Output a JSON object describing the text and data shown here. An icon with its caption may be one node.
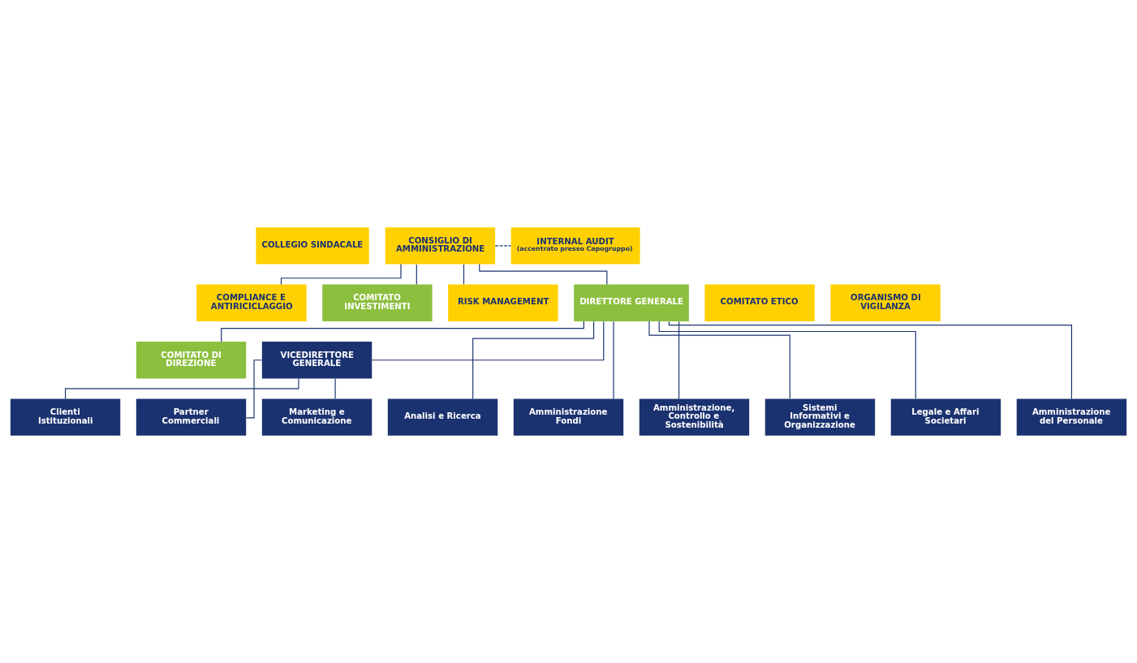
{
  "diagram": {
    "nodes": [
      {
        "text": [
          "COLLEGIO SINDACALE"
        ]
      },
      {
        "text": [
          "CONSIGLIO DI AMMINISTRAZIONE"
        ]
      },
      {
        "text": [
          "INTERNAL AUDIT",
          "(accentrato presso Capogruppo)"
        ]
      },
      {
        "text": [
          "COMITATO ETICO"
        ]
      },
      {
        "text": [
          "COMPLIANCE E ANTIRICICLAGGIO"
        ]
      },
      {
        "text": [
          "COMITATO INVESTIMENTI"
        ]
      },
      {
        "text": [
          "ORGANISMO DI VIGILANZA"
        ]
      },
      {
        "text": [
          "RISK MANAGEMENT"
        ]
      },
      {
        "text": [
          "DIRETTORE GENERALE"
        ]
      },
      {
        "text": [
          "COMITATO DI DIREZIONE"
        ]
      },
      {
        "text": [
          "VICEDIRETTORE GENERALE"
        ]
      },
      {
        "text": [
          "Clienti Istituzionali"
        ]
      },
      {
        "text": [
          "Partner Commerciali"
        ]
      },
      {
        "text": [
          "Marketing e Comunicazione"
        ]
      },
      {
        "text": [
          "Analisi e Ricerca"
        ]
      },
      {
        "text": [
          "Amministrazione Fondi"
        ]
      },
      {
        "text": [
          "Amministrazione, Controllo e Sostenibilità"
        ]
      },
      {
        "text": [
          "Sistemi Informativi e Organizzazione"
        ]
      },
      {
        "text": [
          "Legale e Affari Societari"
        ]
      },
      {
        "text": [
          "Amministrazione del Personale"
        ]
      }
    ],
    "edges": [
      {
        "from": 1,
        "to": 2,
        "arrow": "none",
        "style": "dashed"
      },
      {
        "from": 1,
        "to": 4,
        "arrow": "none"
      },
      {
        "from": 1,
        "to": 7,
        "arrow": "none"
      },
      {
        "from": 1,
        "to": 5,
        "arrow": "none"
      },
      {
        "from": 1,
        "to": 8,
        "arrow": "none"
      },
      {
        "from": 8,
        "to": 9,
        "arrow": "none"
      },
      {
        "from": 8,
        "to": 10,
        "arrow": "none"
      },
      {
        "from": 8,
        "to": 14,
        "arrow": "none"
      },
      {
        "from": 8,
        "to": 15,
        "arrow": "none"
      },
      {
        "from": 8,
        "to": 16,
        "arrow": "none"
      },
      {
        "from": 8,
        "to": 17,
        "arrow": "none"
      },
      {
        "from": 8,
        "to": 18,
        "arrow": "none"
      },
      {
        "from": 8,
        "to": 19,
        "arrow": "none"
      },
      {
        "from": 10,
        "to": 11,
        "arrow": "none"
      },
      {
        "from": 10,
        "to": 12,
        "arrow": "none"
      },
      {
        "from": 10,
        "to": 13,
        "arrow": "none"
      }
    ]
  }
}
